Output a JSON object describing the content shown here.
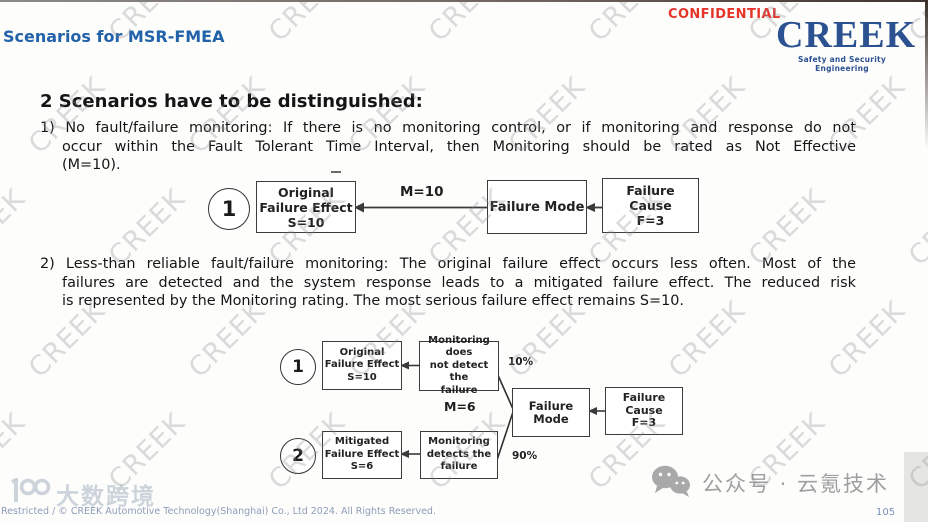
{
  "header": {
    "title": "Scenarios for MSR-FMEA",
    "confidential": "CONFIDENTIAL",
    "logo_text": "CREEK",
    "logo_tagline": "Safety and Security Engineering"
  },
  "watermark": {
    "text": "CREEK"
  },
  "body": {
    "heading": "2 Scenarios have to be distinguished:",
    "para1": {
      "lines": [
        "1) No fault/failure monitoring: If there is no monitoring control, or if monitoring and response do not",
        "occur within the Fault Tolerant Time Interval, then Monitoring should be rated as Not Effective",
        "(M=10)."
      ]
    },
    "para2": {
      "lines": [
        "2)  Less-than reliable fault/failure monitoring: The original failure effect occurs less often. Most of the",
        "failures are detected and the system response leads to a mitigated failure effect.  The reduced risk",
        "is represented by the Monitoring rating. The most serious failure effect remains S=10."
      ]
    }
  },
  "diagram1": {
    "step_label": "1",
    "m_label": "M=10",
    "boxes": {
      "original_effect": [
        "Original",
        "Failure Effect",
        "S=10"
      ],
      "failure_mode": [
        "Failure Mode"
      ],
      "failure_cause": [
        "Failure Cause",
        "F=3"
      ]
    }
  },
  "diagram2": {
    "step1_label": "1",
    "step2_label": "2",
    "m_label": "M=6",
    "pct_top": "10%",
    "pct_bottom": "90%",
    "boxes": {
      "original_effect": [
        "Original",
        "Failure Effect",
        "S=10"
      ],
      "mon_not_detect": [
        "Monitoring does",
        "not detect the",
        "failure"
      ],
      "failure_mode": [
        "Failure Mode"
      ],
      "failure_cause": [
        "Failure Cause",
        "F=3"
      ],
      "mitigated_effect": [
        "Mitigated",
        "Failure Effect",
        "S=6"
      ],
      "mon_detect": [
        "Monitoring",
        "detects the",
        "failure"
      ]
    }
  },
  "footer": {
    "copyright": "Restricted / © CREEK Automotive Technology(Shanghai) Co., Ltd 2024. All Rights Reserved.",
    "watermark_brand": "大数跨境",
    "wechat_label": "公众号 · 云氪技术",
    "page_number": "105"
  }
}
